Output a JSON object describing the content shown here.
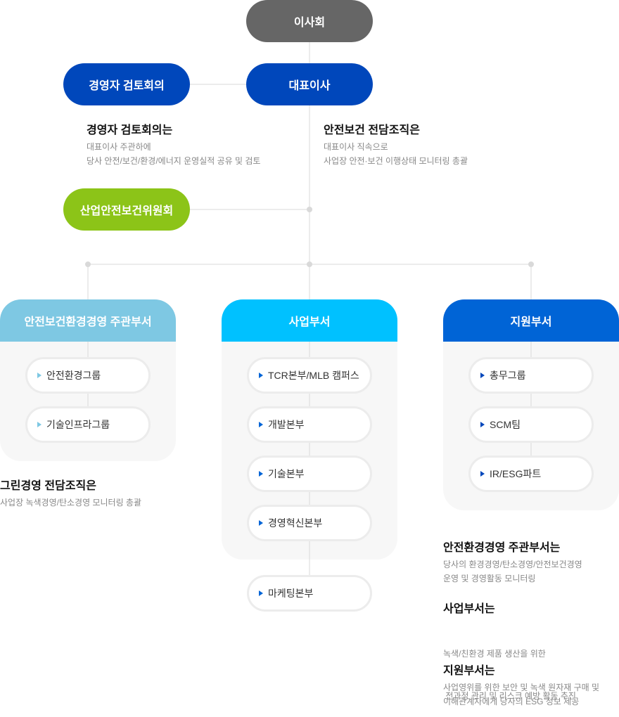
{
  "colors": {
    "board": "#666666",
    "ceo": "#0047bb",
    "review": "#0047bb",
    "committee": "#8cc418",
    "env_head": "#7ec8e3",
    "biz_head": "#00c1ff",
    "support_head": "#0064d6",
    "line": "#d9d9d9"
  },
  "board": "이사회",
  "ceo": "대표이사",
  "review_meeting": "경영자 검토회의",
  "committee": "산업안전보건위원회",
  "review_desc": {
    "title": "경영자 검토회의는",
    "lines": [
      "대표이사 주관하에",
      "당사 안전/보건/환경/에너지 운영실적 공유 및 검토"
    ]
  },
  "safety_desc": {
    "title": "안전보건 전담조직은",
    "lines": [
      "대표이사 직속으로",
      "사업장 안전·보건 이행상태 모니터링 총괄"
    ]
  },
  "env_dept": {
    "title": "안전보건환경경영 주관부서",
    "items": [
      "안전환경그룹",
      "기술인프라그룹"
    ]
  },
  "biz_dept": {
    "title": "사업부서",
    "items": [
      "TCR본부/MLB 캠퍼스",
      "개발본부",
      "기술본부",
      "경영혁신본부"
    ],
    "extra": "마케팅본부"
  },
  "support_dept": {
    "title": "지원부서",
    "items": [
      "총무그룹",
      "SCM팀",
      "IR/ESG파트"
    ]
  },
  "green_desc": {
    "title": "그린경영 전담조직은",
    "lines": [
      "사업장 녹색경영/탄소경영 모니터링 총괄"
    ]
  },
  "notes": [
    {
      "title": "안전환경경영 주관부서는",
      "lines": [
        "당사의 환경경영/탄소경영/안전보건경영",
        "운영 및 경영활동 모니터링"
      ]
    },
    {
      "title": "사업부서는",
      "lines": [
        "녹색/친환경 제품 생산을 위한",
        " 전과정 관리 및 리스크 예방 활동 추진"
      ]
    },
    {
      "title": "지원부서는",
      "lines": [
        "사업영위를 위한 보안 및 녹색 원자재 구매 및",
        "이해관계자에게 당사의 ESG 정보 제공"
      ]
    }
  ]
}
